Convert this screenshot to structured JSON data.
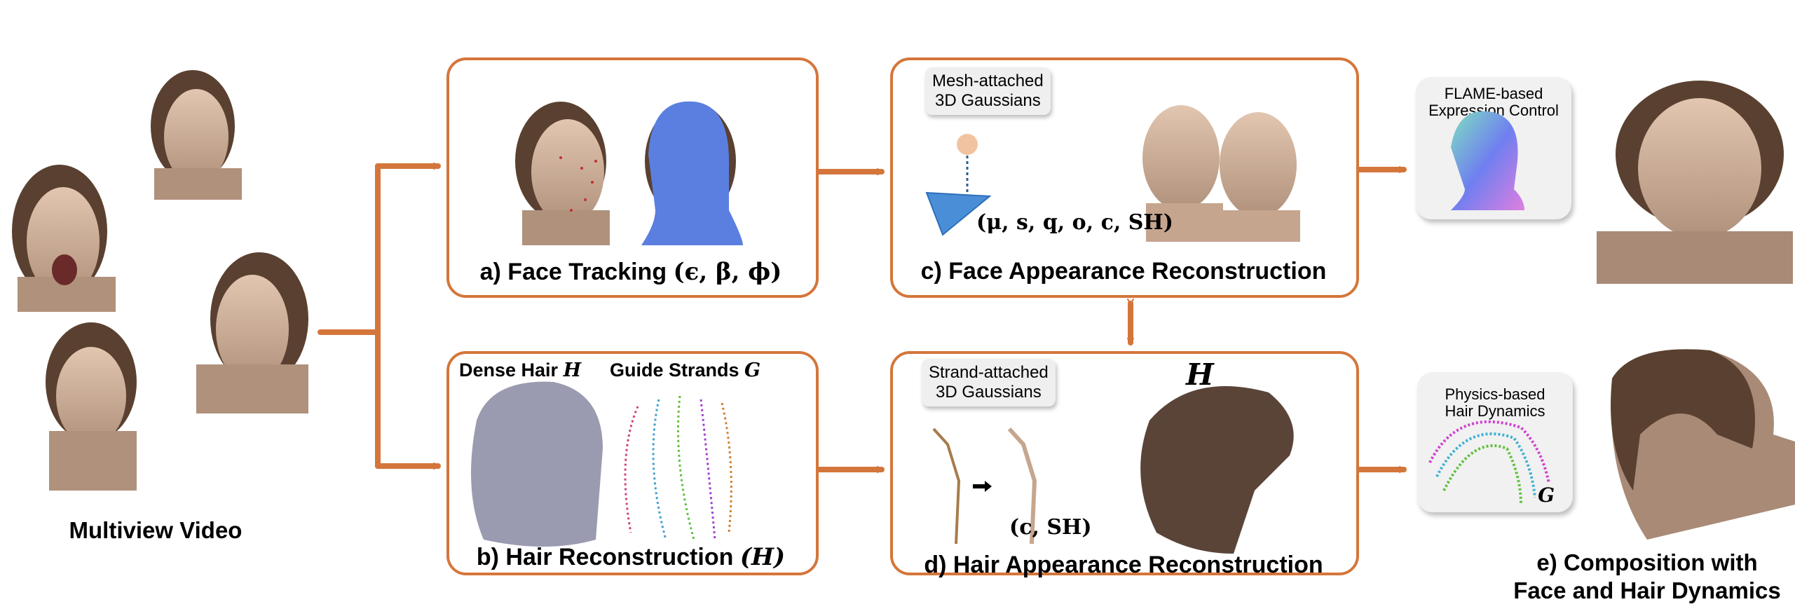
{
  "colors": {
    "accent": "#D4763B",
    "mesh_blue": "#5B7FE0",
    "card_bg": "#f1f1f1"
  },
  "input": {
    "label": "Multiview Video"
  },
  "stages": {
    "a": {
      "label": "a) Face Tracking",
      "params": "(ϵ, β, ϕ)"
    },
    "b": {
      "label": "b) Hair Reconstruction",
      "params": "(H)",
      "dense_hair": "Dense Hair",
      "dense_sym": "H",
      "guide_strands": "Guide Strands",
      "guide_sym": "G"
    },
    "c": {
      "label": "c) Face Appearance Reconstruction",
      "tag_line1": "Mesh-attached",
      "tag_line2": "3D Gaussians",
      "params": "(μ, s, q, o, c, SH)"
    },
    "d": {
      "label": "d) Hair Appearance Reconstruction",
      "tag_line1": "Strand-attached",
      "tag_line2": "3D Gaussians",
      "params": "(c, SH)",
      "sym": "H"
    },
    "e": {
      "label_line1": "e) Composition with",
      "label_line2": "Face and Hair Dynamics",
      "flame_line1": "FLAME-based",
      "flame_line2": "Expression Control",
      "physics_line1": "Physics-based",
      "physics_line2": "Hair Dynamics",
      "physics_sym": "G"
    }
  }
}
